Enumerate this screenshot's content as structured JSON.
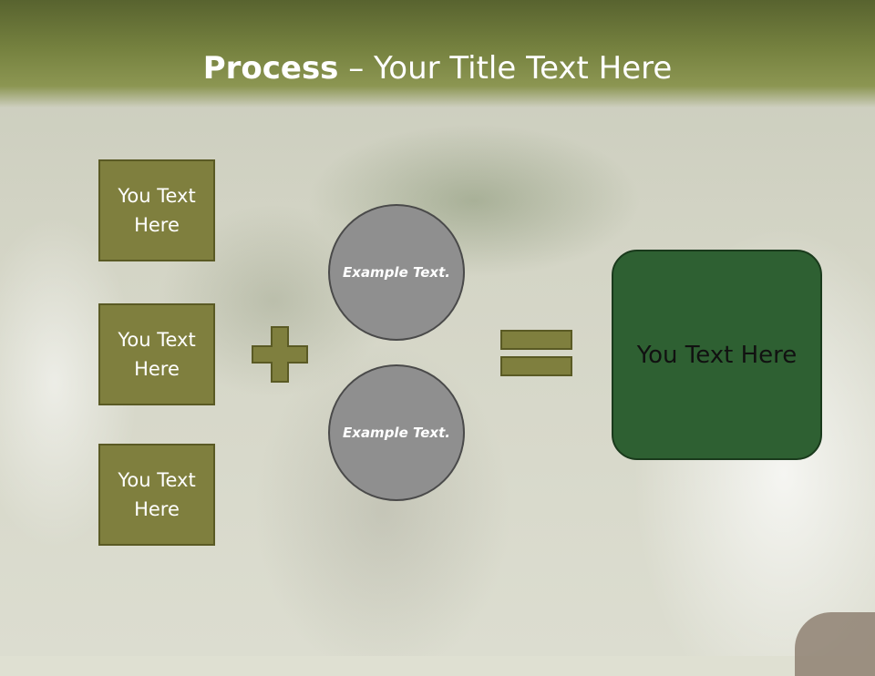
{
  "slide": {
    "title_bold": "Process",
    "title_rest": " – Your Title Text Here"
  },
  "left_boxes": [
    {
      "label": "You Text Here"
    },
    {
      "label": "You Text Here"
    },
    {
      "label": "You Text Here"
    }
  ],
  "circles": [
    {
      "label": "Example Text."
    },
    {
      "label": "Example Text."
    }
  ],
  "result_box": {
    "label": "You Text Here"
  },
  "colors": {
    "header": "#75813f",
    "box_fill": "#7f7f3e",
    "circle_fill": "#8f8f8f",
    "result_fill": "#2e6032"
  },
  "icons": [
    "plus-icon",
    "equals-icon"
  ]
}
